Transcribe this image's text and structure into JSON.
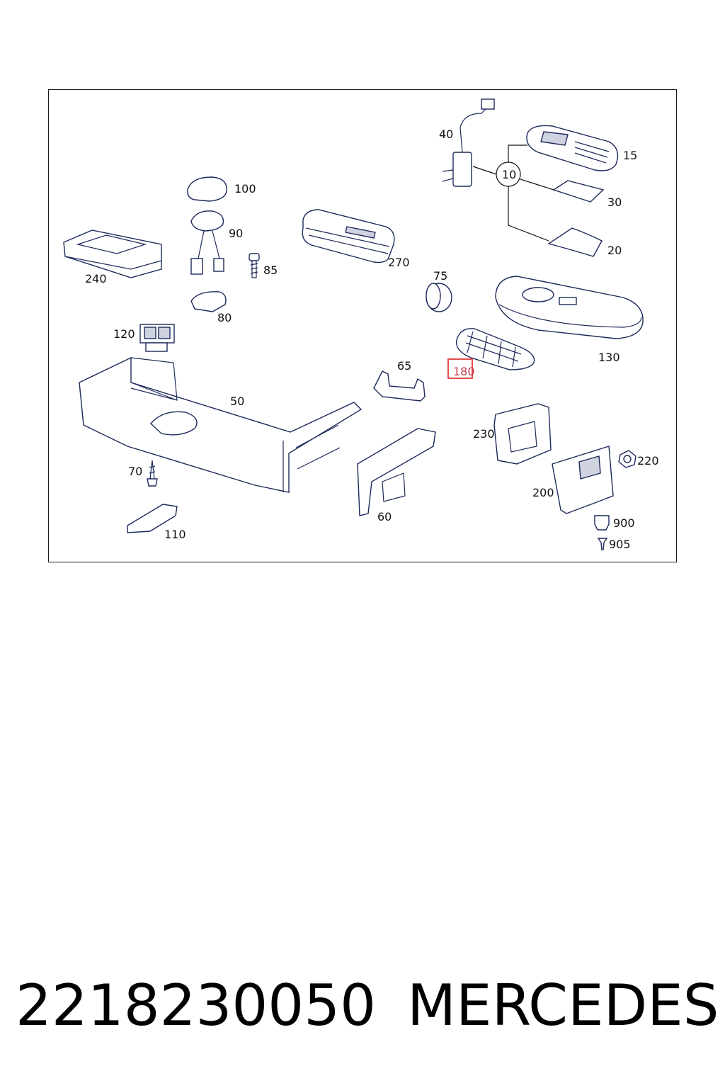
{
  "callouts": [
    {
      "label": "40"
    },
    {
      "label": "15"
    },
    {
      "label": "10"
    },
    {
      "label": "30"
    },
    {
      "label": "100"
    },
    {
      "label": "90"
    },
    {
      "label": "270"
    },
    {
      "label": "85"
    },
    {
      "label": "20"
    },
    {
      "label": "240"
    },
    {
      "label": "75"
    },
    {
      "label": "80"
    },
    {
      "label": "120"
    },
    {
      "label": "130"
    },
    {
      "label": "65"
    },
    {
      "label": "180"
    },
    {
      "label": "50"
    },
    {
      "label": "230"
    },
    {
      "label": "220"
    },
    {
      "label": "70"
    },
    {
      "label": "200"
    },
    {
      "label": "60"
    },
    {
      "label": "900"
    },
    {
      "label": "110"
    },
    {
      "label": "905"
    }
  ],
  "selected_callout": "180",
  "colors": {
    "highlight": "#e03a3a",
    "linework": "#1d2a5a"
  },
  "footer": {
    "part_number": "2218230050",
    "brand": "MERCEDES"
  }
}
